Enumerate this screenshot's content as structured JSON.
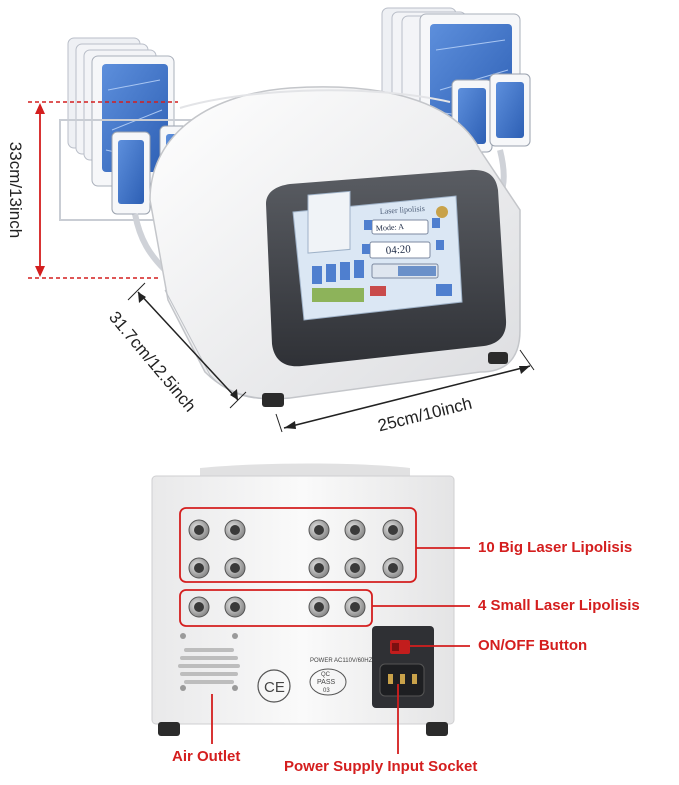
{
  "dimensions": {
    "height": "33cm/13inch",
    "depth": "31.7cm/12.5inch",
    "width": "25cm/10inch"
  },
  "screen": {
    "title": "Laser lipolisis",
    "mode": "Mode: A",
    "time": "04:20",
    "plus": "+",
    "minus": "−"
  },
  "back_panel": {
    "power_label": "POWER AC110V/60HZ",
    "ce_mark": "CE",
    "qc_line1": "QC",
    "qc_line2": "PASS",
    "qc_line3": "03"
  },
  "callouts": {
    "big_laser": "10 Big Laser Lipolisis",
    "small_laser": "4 Small Laser Lipolisis",
    "on_off": "ON/OFF Button",
    "air_outlet": "Air Outlet",
    "power_socket": "Power Supply Input Socket"
  },
  "colors": {
    "callout_red": "#d41e1e",
    "pad_blue": "#3b6fc4",
    "screen_blue": "#cfe0f2"
  }
}
